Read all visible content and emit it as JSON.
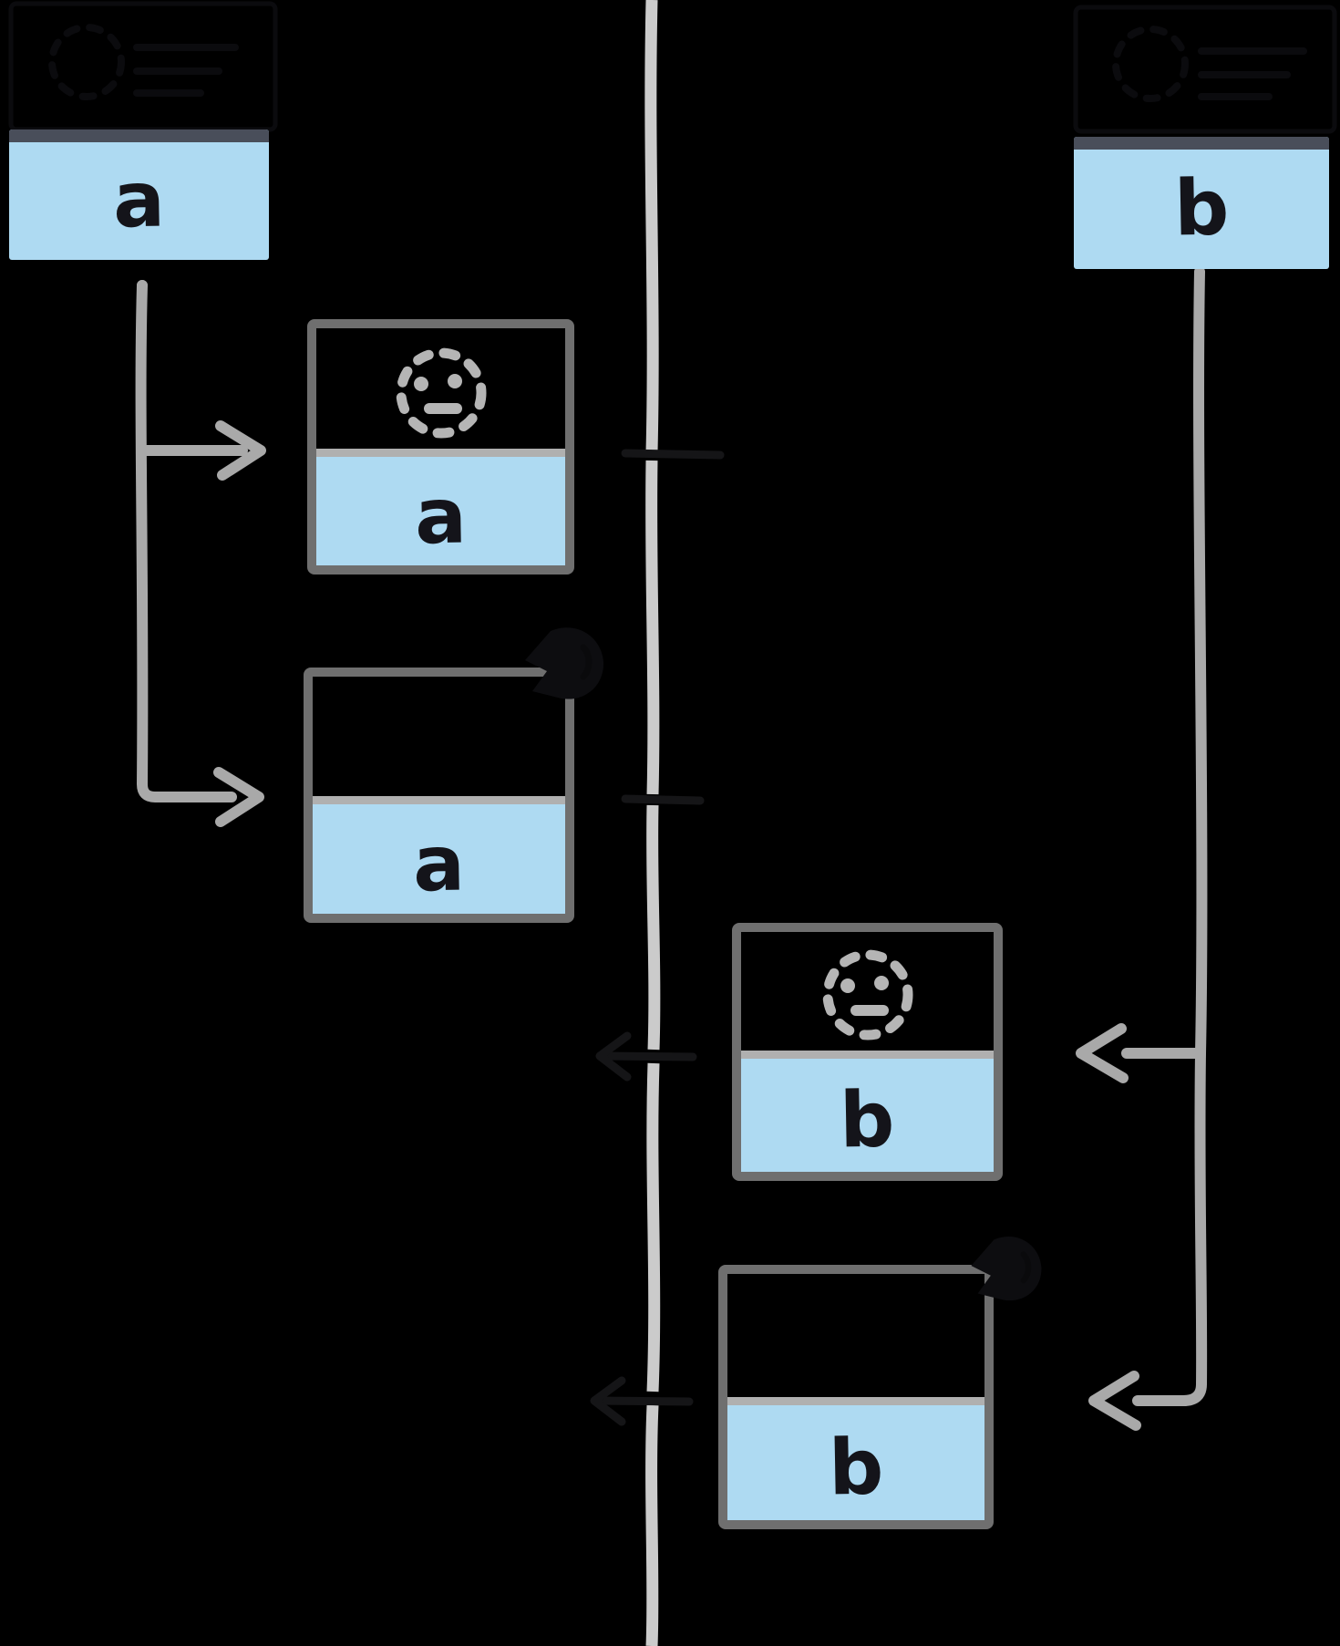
{
  "diagram_title": "",
  "colors": {
    "background": "#000000",
    "card_blue": "#aedaf2",
    "titlebar_slate": "#494e5a",
    "box_border_gray": "#6f6f6f",
    "divider_gray": "#b0b0b0",
    "lifeline_gray": "#cbcbcb",
    "arrow_gray": "#a9a9a9",
    "emoji_gray": "#b5b5b5",
    "letter_ink": "#14141a",
    "dark_tick": "#151517"
  },
  "lanes": {
    "left": {
      "source_label": "a",
      "snapshots": [
        {
          "label": "a",
          "icon": "dotted-line-face"
        },
        {
          "label": "a",
          "icon": "dark-hidden-face",
          "badge": "dark-speaker"
        }
      ]
    },
    "right": {
      "source_label": "b",
      "snapshots": [
        {
          "label": "b",
          "icon": "dotted-line-face"
        },
        {
          "label": "b",
          "icon": "dark-hidden-face",
          "badge": "dark-speaker"
        }
      ]
    }
  }
}
